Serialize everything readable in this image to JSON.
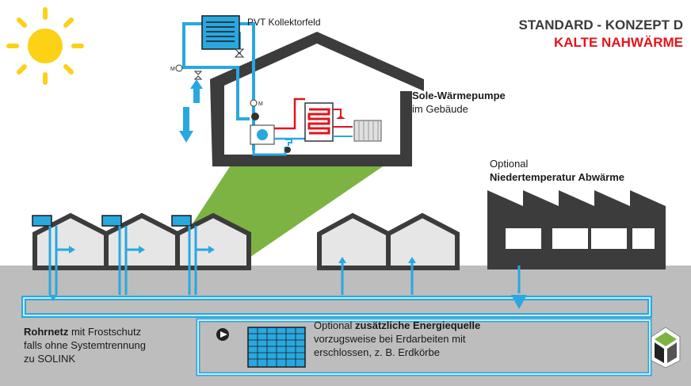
{
  "title": {
    "line1": "STANDARD - KONZEPT D",
    "line2": "KALTE NAHWÄRME"
  },
  "labels": {
    "pvt": "PVT Kollektorfeld",
    "heatpump_bold": "Sole-Wärmepumpe",
    "heatpump_rest": "im Gebäude",
    "waste_line1": "Optional",
    "waste_bold": "Niedertemperatur Abwärme",
    "network_bold": "Rohrnetz",
    "network_rest1": " mit Frostschutz",
    "network_line2": "falls ohne Systemtrennung",
    "network_line3": "zu SOLINK",
    "source_prefix": "Optional ",
    "source_bold": "zusätzliche Energiequelle",
    "source_line2": "vorzugsweise bei Erdarbeiten mit",
    "source_line3": "erschlossen, z. B. Erdkörbe",
    "valve_m": "M"
  },
  "colors": {
    "pipe": "#29a8e0",
    "dark": "#3c3c3c",
    "ground": "#bdbdbd",
    "green": "#7cb342",
    "red": "#e2141c",
    "sun": "#fcd116",
    "house": "#e6e6e6"
  }
}
